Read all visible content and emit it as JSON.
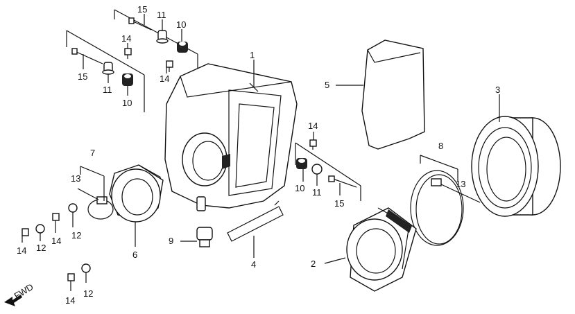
{
  "diagram": {
    "direction_label": "FWD",
    "callouts": {
      "c1": "1",
      "c2": "2",
      "c3": "3",
      "c4": "4",
      "c5": "5",
      "c6": "6",
      "c7": "7",
      "c8": "8",
      "c9": "9",
      "c10a": "10",
      "c10b": "10",
      "c10c": "10",
      "c11a": "11",
      "c11b": "11",
      "c11c": "11",
      "c12a": "12",
      "c12b": "12",
      "c12c": "12",
      "c13a": "13",
      "c13b": "13",
      "c14a": "14",
      "c14b": "14",
      "c14c": "14",
      "c14d": "14",
      "c14e": "14",
      "c14f": "14",
      "c15a": "15",
      "c15b": "15",
      "c15c": "15"
    }
  }
}
